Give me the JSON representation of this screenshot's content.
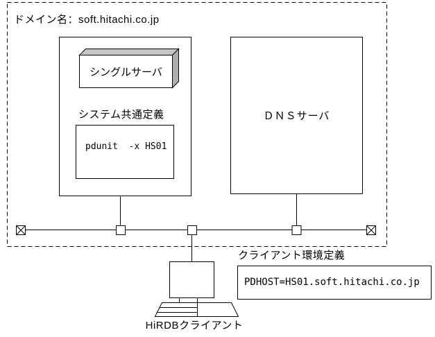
{
  "domain": {
    "label": "ドメイン名：soft.hitachi.co.jp"
  },
  "server_unit": {
    "server_label": "シングルサーバ",
    "definition_title": "システム共通定義",
    "definition_code": "pdunit  -x HS01"
  },
  "dns": {
    "label": "ＤＮＳサーバ"
  },
  "client": {
    "env_title": "クライアント環境定義",
    "env_code": "PDHOST=HS01.soft.hitachi.co.jp",
    "label": "HiRDBクライアント"
  },
  "colors": {
    "line": "#000000",
    "background": "#ffffff",
    "server3d_top_face": "#c6c6c6",
    "server3d_side_face": "#aeaeae"
  }
}
